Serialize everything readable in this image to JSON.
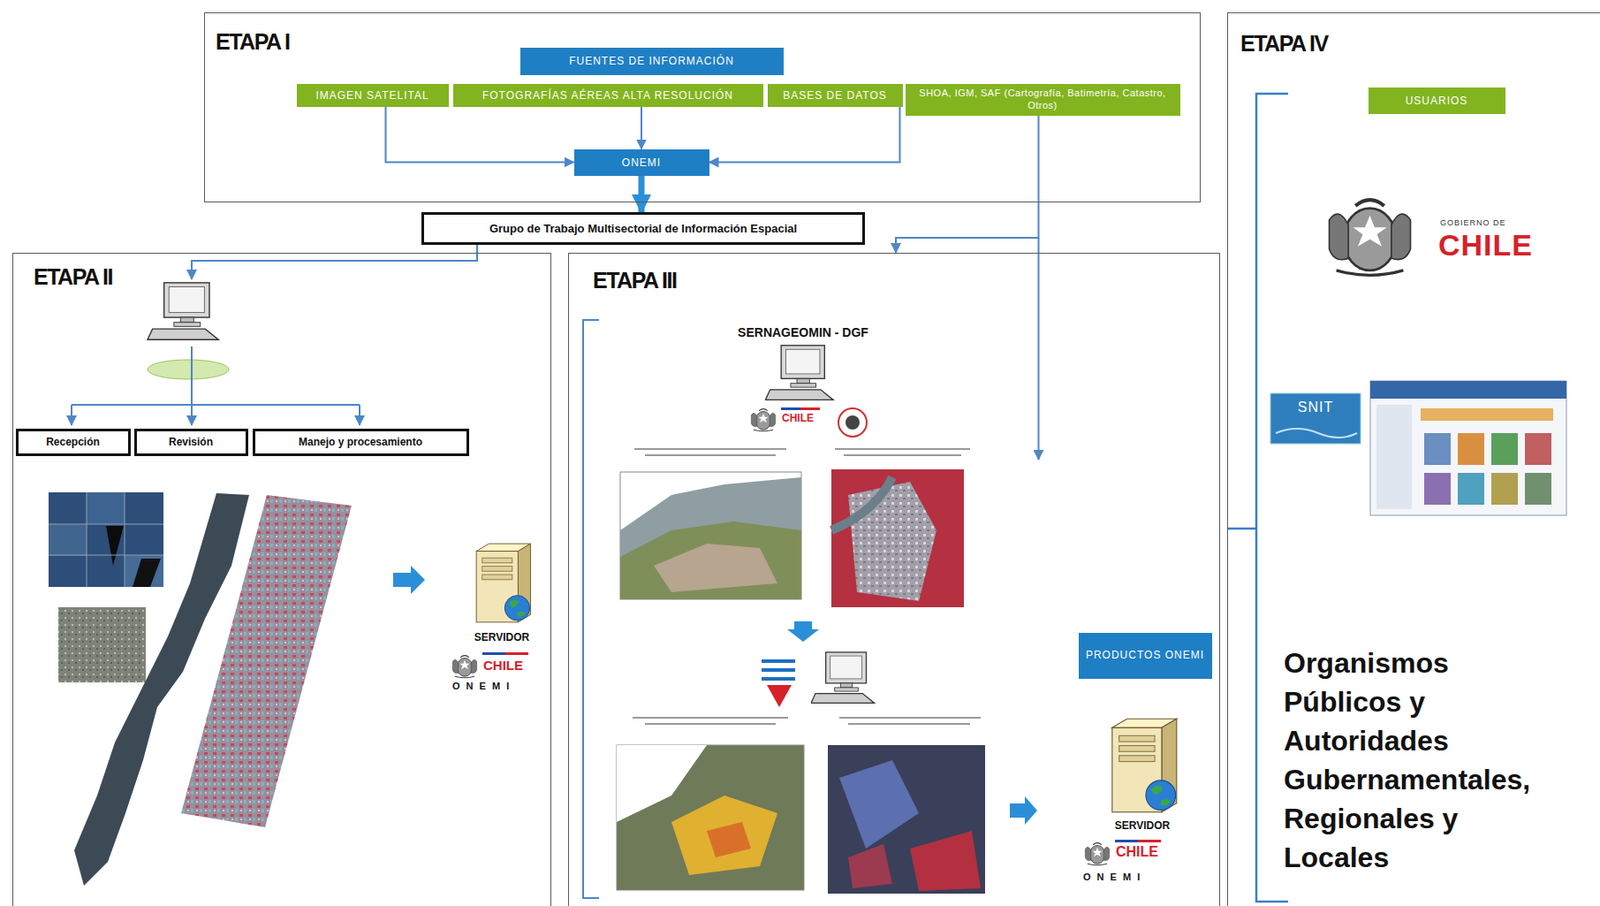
{
  "diagram": {
    "nodes": [
      {
        "text": [
          "ETAPA I"
        ]
      },
      {
        "text": [
          "FUENTES DE INFORMACIÓN"
        ],
        "in": 0
      },
      {
        "text": [
          "IMAGEN SATELITAL"
        ],
        "in": 0
      },
      {
        "text": [
          "FOTOGRAFÍAS AÉREAS ALTA RESOLUCIÓN"
        ],
        "in": 0
      },
      {
        "text": [
          "BASES DE DATOS"
        ],
        "in": 0
      },
      {
        "text": [
          "SHOA, IGM, SAF (Cartografía, Batimetría, Catastro, Otros)"
        ],
        "in": 0
      },
      {
        "text": [
          "ONEMI"
        ],
        "in": 0
      },
      {
        "text": [
          "Grupo de Trabajo Multisectorial de Información Espacial"
        ]
      },
      {
        "text": [
          "ETAPA II"
        ]
      },
      {
        "text": [
          "Recepción"
        ],
        "in": 8
      },
      {
        "text": [
          "Revisión"
        ],
        "in": 8
      },
      {
        "text": [
          "Manejo y procesamiento"
        ],
        "in": 8
      },
      {
        "text": [
          "ETAPA III"
        ]
      },
      {
        "text": [
          "PRODUCTOS ONEMI"
        ],
        "in": 12
      },
      {
        "text": [
          "ETAPA IV"
        ]
      },
      {
        "text": [
          "USUARIOS"
        ],
        "in": 14
      }
    ],
    "edges": [
      {
        "from": 2,
        "to": 6,
        "arrow": "to"
      },
      {
        "from": 3,
        "to": 6,
        "arrow": "to"
      },
      {
        "from": 4,
        "to": 6,
        "arrow": "to"
      },
      {
        "from": 6,
        "to": 7,
        "arrow": "to"
      },
      {
        "from": 7,
        "to": 8,
        "arrow": "to"
      },
      {
        "from": 5,
        "to": 12,
        "arrow": "to"
      }
    ],
    "labels": [
      "SERVIDOR",
      "CHILE",
      "O N E M I",
      "SERNAGEOMIN - DGF",
      "CHILE",
      "SERVIDOR",
      "CHILE",
      "O N E M I",
      "GOBIERNO DE",
      "CHILE",
      "SNIT",
      "Organismos Públicos y Autoridades Gubernamentales, Regionales y Locales"
    ]
  }
}
